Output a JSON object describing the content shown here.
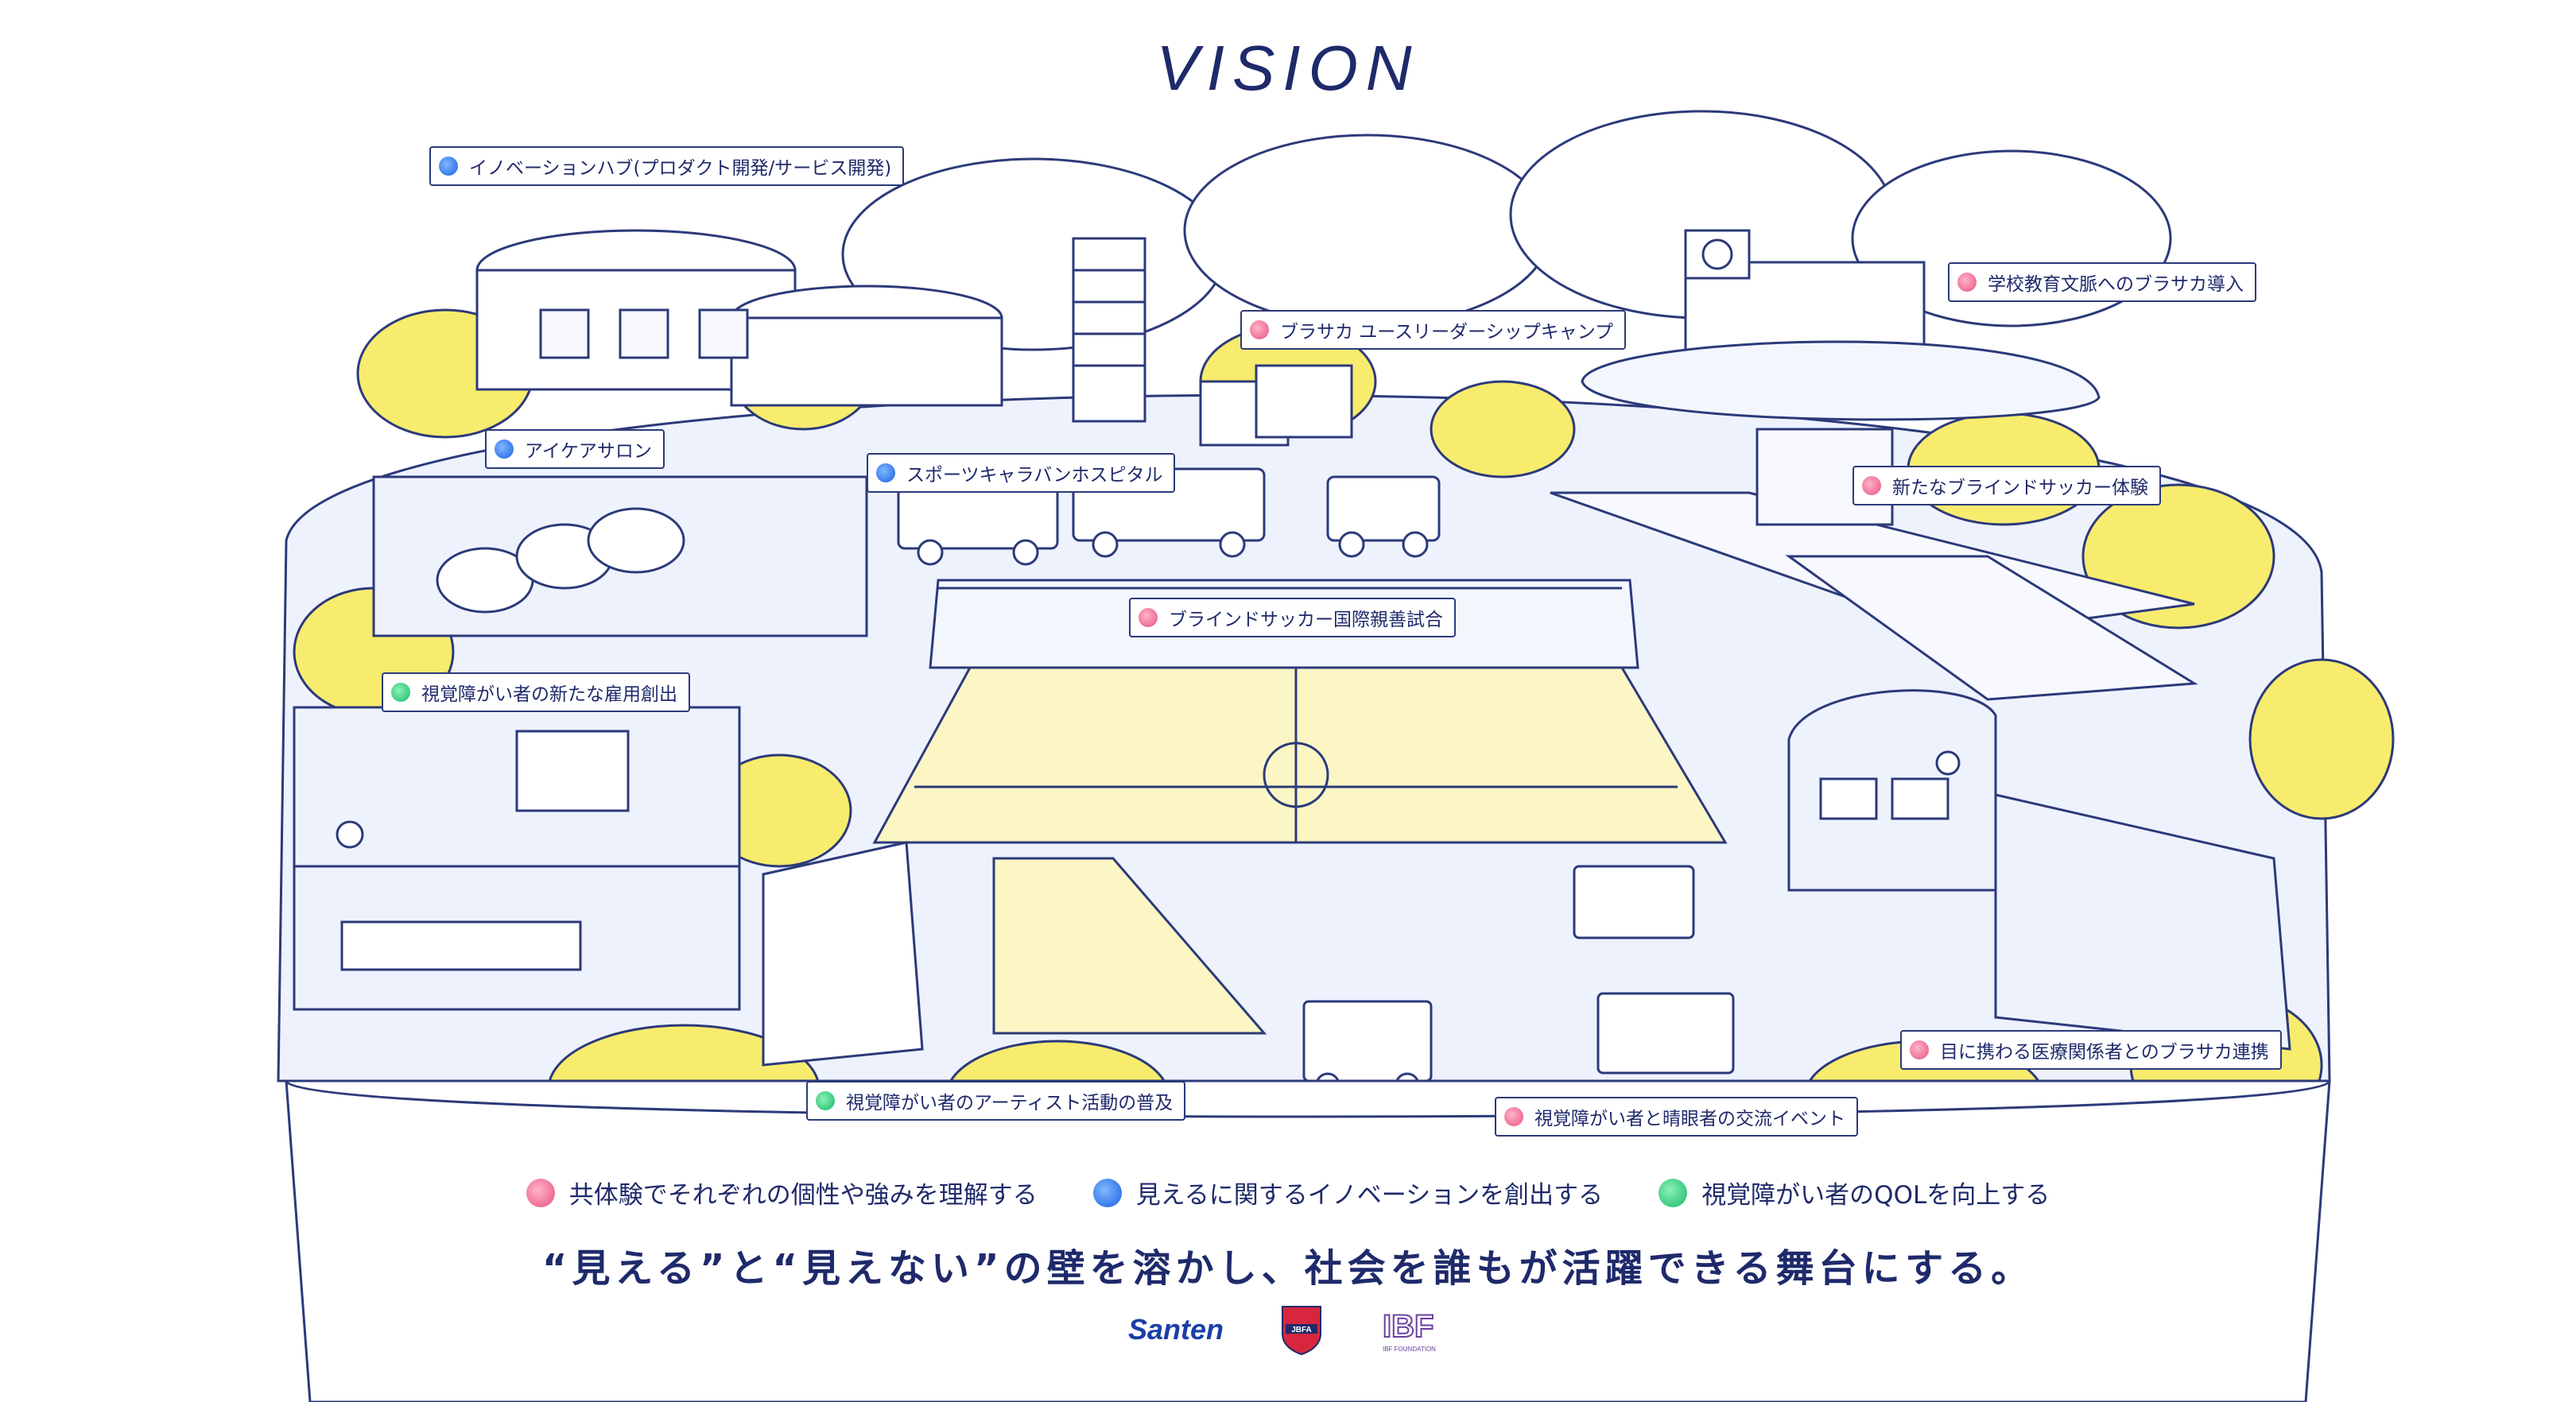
{
  "title": "VISION",
  "labels": [
    {
      "text": "イノベーションハブ(プロダクト開発/サービス開発)",
      "color": "blue"
    },
    {
      "text": "アイケアサロン",
      "color": "blue"
    },
    {
      "text": "スポーツキャラバンホスピタル",
      "color": "blue"
    },
    {
      "text": "ブラサカ ユースリーダーシップキャンプ",
      "color": "pink"
    },
    {
      "text": "学校教育文脈へのブラサカ導入",
      "color": "pink"
    },
    {
      "text": "新たなブラインドサッカー体験",
      "color": "pink"
    },
    {
      "text": "ブラインドサッカー国際親善試合",
      "color": "pink"
    },
    {
      "text": "視覚障がい者の新たな雇用創出",
      "color": "green"
    },
    {
      "text": "目に携わる医療関係者とのブラサカ連携",
      "color": "pink"
    },
    {
      "text": "視覚障がい者のアーティスト活動の普及",
      "color": "green"
    },
    {
      "text": "視覚障がい者と晴眼者の交流イベント",
      "color": "pink"
    }
  ],
  "legend": [
    {
      "text": "共体験でそれぞれの個性や強みを理解する",
      "color": "pink"
    },
    {
      "text": "見えるに関するイノベーションを創出する",
      "color": "blue"
    },
    {
      "text": "視覚障がい者のQOLを向上する",
      "color": "green"
    }
  ],
  "slogan": "“見える”と“見えない”の壁を溶かし、社会を誰もが活躍できる舞台にする。",
  "logos": {
    "santen": "Santen",
    "jbfa": "JBFA",
    "ibf": "IBF",
    "ibf_sub": "IBF FOUNDATION"
  },
  "colors": {
    "navy": "#1f2a6b",
    "yellow": "#f7ec6e",
    "pale_blue": "#dfe6fb",
    "pink": "#e8517f",
    "blue": "#1b5fe0",
    "green": "#16b86a"
  }
}
